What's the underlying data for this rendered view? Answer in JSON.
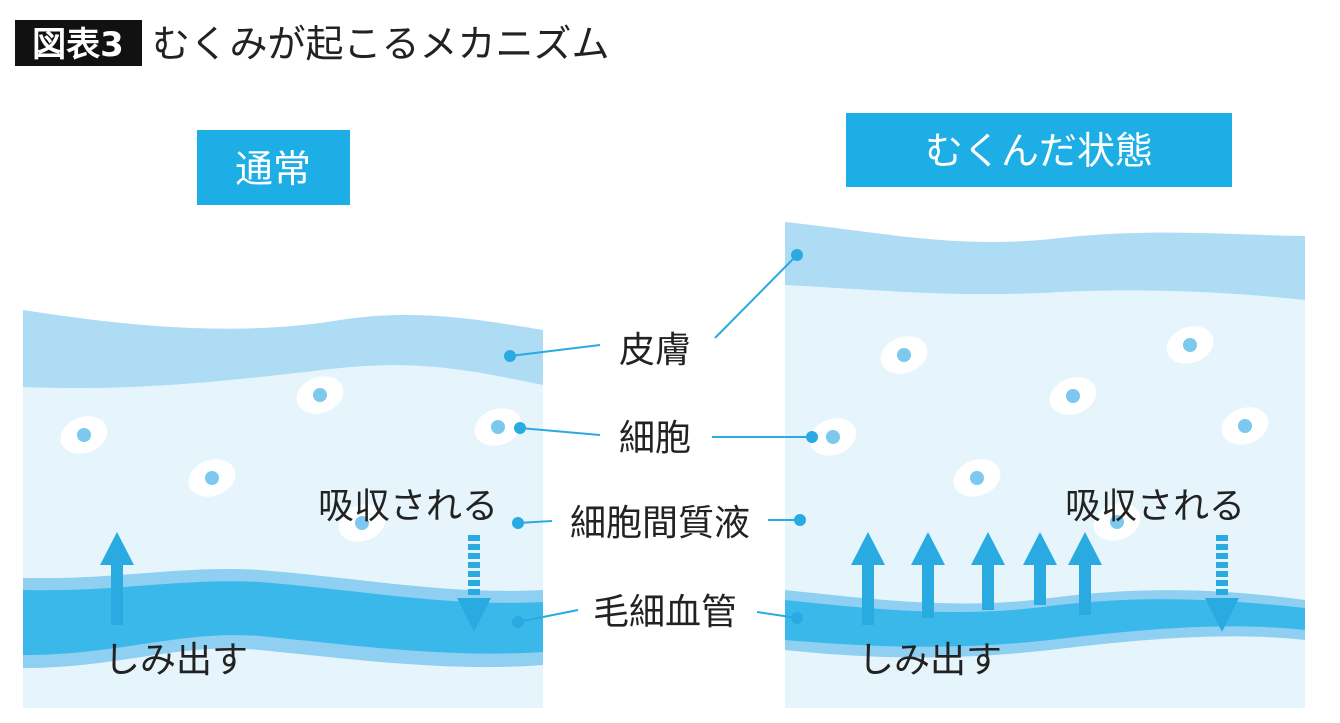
{
  "title": {
    "badge": "図表3",
    "text": "むくみが起こるメカニズム"
  },
  "panels": {
    "normal": {
      "heading": "通常",
      "absorbed": "吸収される",
      "seep": "しみ出す"
    },
    "swollen": {
      "heading": "むくんだ状態",
      "absorbed": "吸収される",
      "seep": "しみ出す"
    }
  },
  "labels": {
    "skin": "皮膚",
    "cell": "細胞",
    "interstitial_fluid": "細胞間質液",
    "capillary": "毛細血管"
  },
  "colors": {
    "fluid": "#e6f5fc",
    "skin": "#aedcf5",
    "capillary": "#3bb8ea",
    "capillary_edge": "#8fd0f2",
    "arrow": "#29abe2",
    "box": "#1eaee6"
  }
}
